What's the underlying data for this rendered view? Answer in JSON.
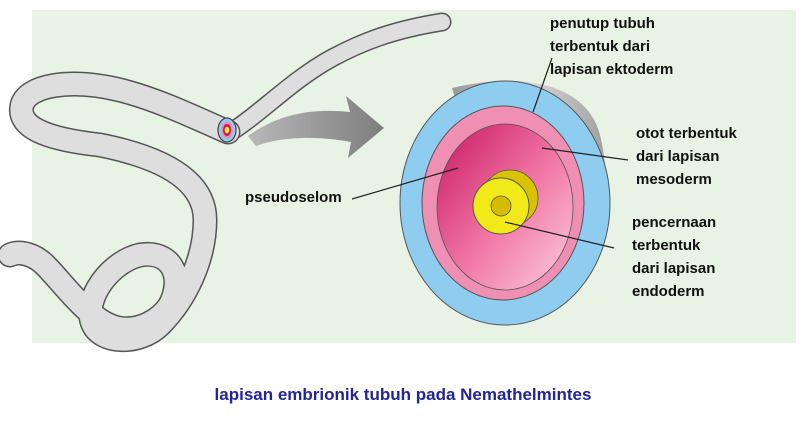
{
  "labels": {
    "ectoderm": [
      "penutup tubuh",
      "terbentuk dari",
      "lapisan ektoderm"
    ],
    "mesoderm": [
      "otot terbentuk",
      "dari lapisan",
      "mesoderm"
    ],
    "pseudocoelom": "pseudoselom",
    "endoderm": [
      "pencernaan",
      "terbentuk",
      "dari lapisan",
      "endoderm"
    ]
  },
  "caption": "lapisan embrionik tubuh pada Nemathelmintes",
  "colors": {
    "background_panel": "#e8f3e5",
    "worm_body": "#dedede",
    "ectoderm_layer": "#8ecdf0",
    "mesoderm_layer": "#ef8fb4",
    "pseudocoelom_cavity": "#e0337a",
    "endoderm_layer": "#f2ea18",
    "arrow": "#8a8a8a",
    "caption_text": "#23239a"
  },
  "icons": {
    "worm": "nematode-worm-illustration",
    "arrow": "curved-arrow",
    "cross_section": "body-cross-section"
  }
}
